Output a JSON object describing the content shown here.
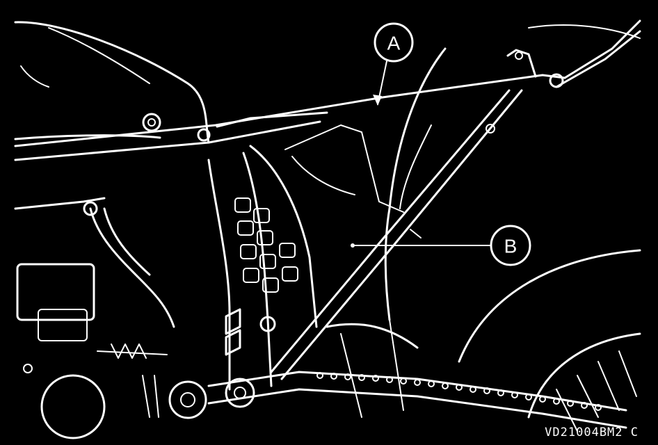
{
  "callouts": {
    "a": "A",
    "b": "B"
  },
  "figure_code": "VD21004BM2 C",
  "colors": {
    "background": "#000000",
    "line": "#ffffff"
  }
}
